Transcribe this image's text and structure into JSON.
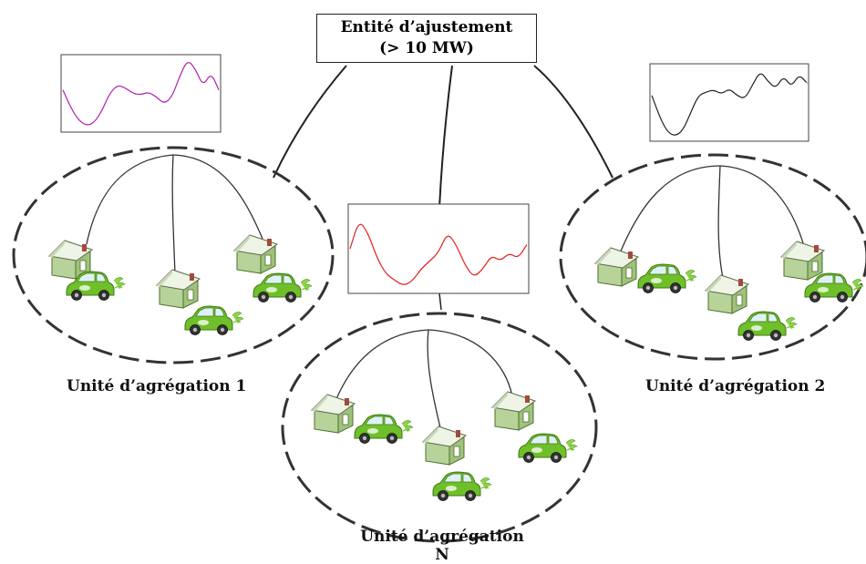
{
  "entity": {
    "title": "Entité d’ajustement",
    "subtitle": "(> 10 MW)"
  },
  "units": [
    {
      "label": "Unité d’agrégation 1"
    },
    {
      "label": "Unité d’agrégation 2"
    },
    {
      "label_line1": "Unité d’agrégation",
      "label_line2": "N"
    }
  ],
  "profiles": [
    {
      "color": "#b01fb0",
      "values": [
        0.55,
        0.3,
        0.12,
        0.04,
        0.08,
        0.25,
        0.5,
        0.62,
        0.58,
        0.5,
        0.48,
        0.52,
        0.45,
        0.35,
        0.45,
        0.75,
        0.98,
        0.85,
        0.6,
        0.8,
        0.55
      ]
    },
    {
      "color": "#222222",
      "values": [
        0.6,
        0.3,
        0.08,
        0.02,
        0.1,
        0.35,
        0.6,
        0.65,
        0.68,
        0.62,
        0.7,
        0.6,
        0.55,
        0.75,
        0.95,
        0.8,
        0.7,
        0.88,
        0.72,
        0.9,
        0.78
      ]
    },
    {
      "color": "#e02020",
      "values": [
        0.5,
        0.85,
        0.7,
        0.4,
        0.2,
        0.12,
        0.05,
        0.1,
        0.25,
        0.35,
        0.45,
        0.7,
        0.55,
        0.3,
        0.15,
        0.25,
        0.42,
        0.35,
        0.45,
        0.38,
        0.55
      ]
    }
  ]
}
